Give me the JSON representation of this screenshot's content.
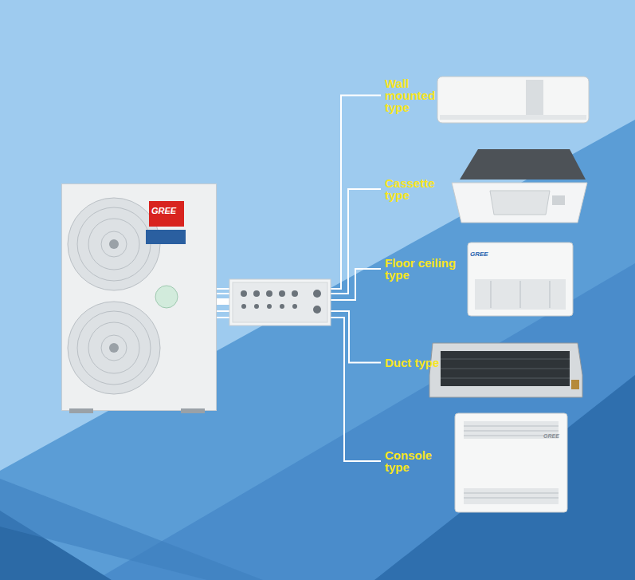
{
  "diagram": {
    "nodes": [
      {
        "text": [
          "GREE"
        ]
      },
      {
        "text": [
          "Wall mounted type"
        ]
      },
      {
        "text": [
          "Cassette type"
        ]
      },
      {
        "text": [
          "Floor ceiling type"
        ]
      },
      {
        "text": [
          "Duct type"
        ]
      },
      {
        "text": [
          "Console type"
        ]
      }
    ],
    "edges": [
      {
        "from": 0,
        "to": 1,
        "arrow": "none"
      },
      {
        "from": 0,
        "to": 2,
        "arrow": "none"
      },
      {
        "from": 0,
        "to": 3,
        "arrow": "none"
      },
      {
        "from": 0,
        "to": 4,
        "arrow": "none"
      },
      {
        "from": 0,
        "to": 5,
        "arrow": "none"
      }
    ],
    "labels": [
      "GREE",
      "GREE"
    ]
  }
}
